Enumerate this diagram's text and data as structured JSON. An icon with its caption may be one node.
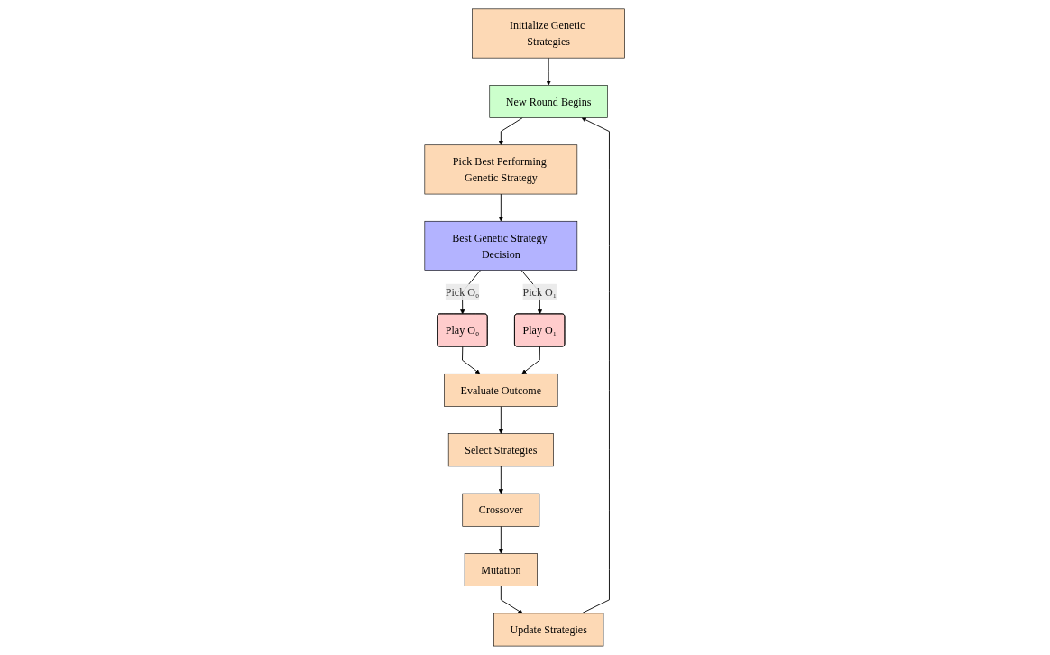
{
  "diagram": {
    "nodes": [
      {
        "text": [
          "Initialize Genetic Strategies"
        ]
      },
      {
        "text": [
          "New Round Begins"
        ]
      },
      {
        "text": [
          "Pick Best Performing Genetic Strategy"
        ]
      },
      {
        "text": [
          "Best Genetic Strategy Decision"
        ]
      },
      {
        "text": [
          "Play O₀"
        ]
      },
      {
        "text": [
          "Evaluate Outcome"
        ]
      },
      {
        "text": [
          "Play O₁"
        ]
      },
      {
        "text": [
          "Select Strategies"
        ]
      },
      {
        "text": [
          "Crossover"
        ]
      },
      {
        "text": [
          "Mutation"
        ]
      },
      {
        "text": [
          "Update Strategies"
        ]
      }
    ],
    "edges": [
      {
        "from": 0,
        "to": 1,
        "arrow": "to"
      },
      {
        "from": 1,
        "to": 2,
        "arrow": "to"
      },
      {
        "from": 2,
        "to": 3,
        "arrow": "to"
      },
      {
        "from": 3,
        "to": 4,
        "arrow": "to",
        "label": "Pick O₀"
      },
      {
        "from": 3,
        "to": 6,
        "arrow": "to",
        "label": "Pick O₁"
      },
      {
        "from": 4,
        "to": 5,
        "arrow": "to"
      },
      {
        "from": 6,
        "to": 5,
        "arrow": "to"
      },
      {
        "from": 5,
        "to": 7,
        "arrow": "to"
      },
      {
        "from": 7,
        "to": 8,
        "arrow": "to"
      },
      {
        "from": 8,
        "to": 9,
        "arrow": "to"
      },
      {
        "from": 9,
        "to": 10,
        "arrow": "to"
      },
      {
        "from": 10,
        "to": 1,
        "arrow": "to"
      }
    ]
  }
}
